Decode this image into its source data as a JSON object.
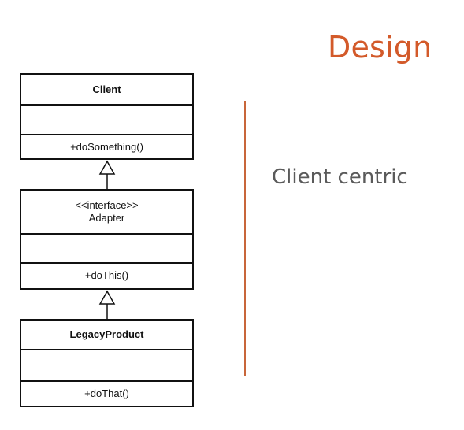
{
  "slide": {
    "title": "Design",
    "subtitle": "Client centric"
  },
  "diagram": {
    "classes": [
      {
        "name": "Client",
        "stereotype": "",
        "attributes": "",
        "operations": "+doSomething()"
      },
      {
        "name": "Adapter",
        "stereotype": "<<interface>>",
        "attributes": "",
        "operations": "+doThis()"
      },
      {
        "name": "LegacyProduct",
        "stereotype": "",
        "attributes": "",
        "operations": "+doThat()"
      }
    ],
    "relationships": [
      {
        "from": "Adapter",
        "to": "Client",
        "type": "generalization"
      },
      {
        "from": "LegacyProduct",
        "to": "Adapter",
        "type": "generalization"
      }
    ],
    "colors": {
      "accent": "#d35a2a",
      "line": "#111111",
      "subtitle": "#5a5a5a"
    }
  }
}
